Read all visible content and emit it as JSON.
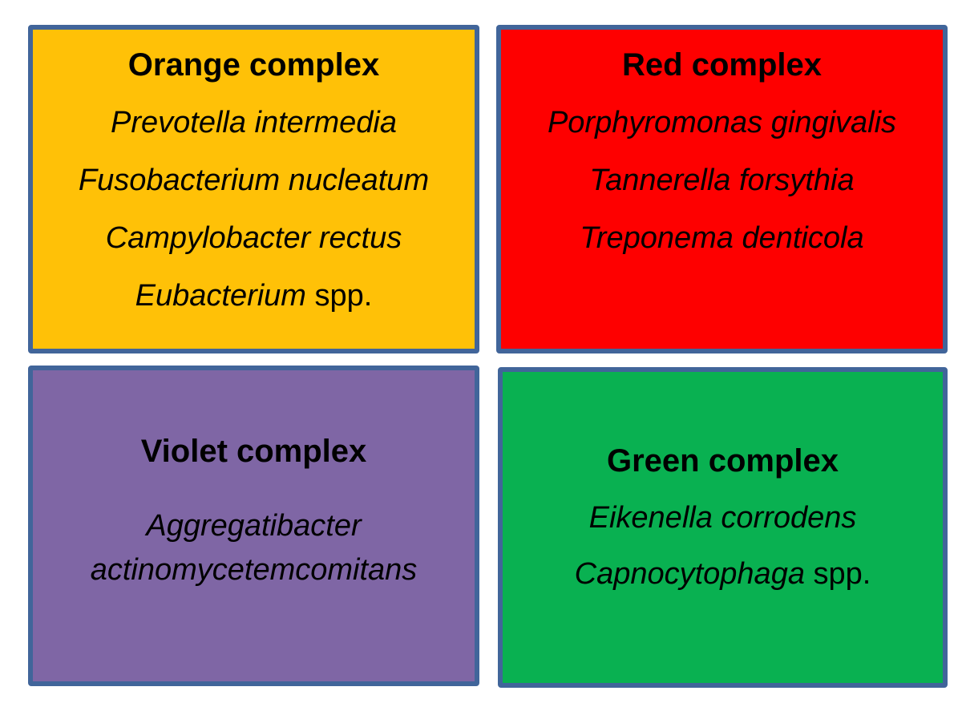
{
  "figure": {
    "background": "#FFFFFF",
    "text_color": "#000000",
    "border_color": "#41659A"
  },
  "boxes": [
    {
      "id": "orange-complex",
      "title": "Orange complex",
      "fill": "#FFC107",
      "species": [
        {
          "italic": "Prevotella intermedia",
          "regular": ""
        },
        {
          "italic": "Fusobacterium nucleatum",
          "regular": ""
        },
        {
          "italic": "Campylobacter rectus",
          "regular": ""
        },
        {
          "italic": "Eubacterium",
          "regular": " spp."
        }
      ]
    },
    {
      "id": "red-complex",
      "title": "Red complex",
      "fill": "#FE0000",
      "species": [
        {
          "italic": "Porphyromonas gingivalis",
          "regular": ""
        },
        {
          "italic": "Tannerella forsythia",
          "regular": ""
        },
        {
          "italic": "Treponema denticola",
          "regular": ""
        }
      ]
    },
    {
      "id": "violet-complex",
      "title": "Violet complex",
      "fill": "#7F66A5",
      "species": [
        {
          "italic": "Aggregatibacter actinomycetemcomitans",
          "regular": ""
        }
      ]
    },
    {
      "id": "green-complex",
      "title": "Green complex",
      "fill": "#09B151",
      "species": [
        {
          "italic": "Eikenella corrodens",
          "regular": ""
        },
        {
          "italic": "Capnocytophaga",
          "regular": " spp."
        }
      ]
    }
  ]
}
